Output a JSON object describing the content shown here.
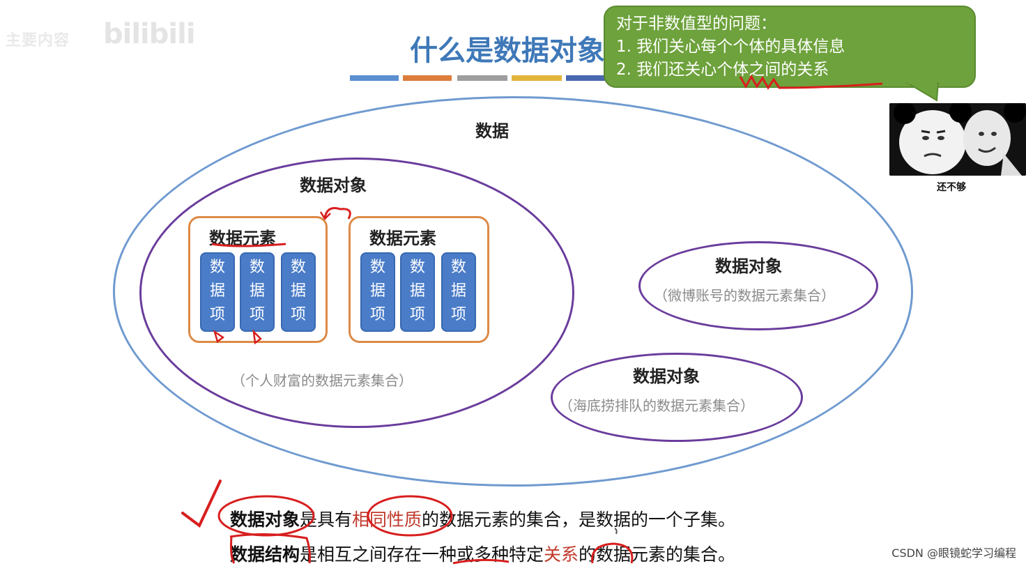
{
  "watermark": {
    "left_text": "主要内容",
    "brand": "bilibili"
  },
  "title": "什么是数据对象",
  "title_bar_colors": [
    "#5b8fd1",
    "#dc7d3a",
    "#9e9e9e",
    "#e2b43a",
    "#4a68b0"
  ],
  "diagram": {
    "data_label": "数据",
    "main_object": {
      "label": "数据对象",
      "caption": "（个人财富的数据元素集合）",
      "elements": [
        {
          "label": "数据元素",
          "items": [
            "数据项",
            "数据项",
            "数据项"
          ]
        },
        {
          "label": "数据元素",
          "items": [
            "数据项",
            "数据项",
            "数据项"
          ]
        }
      ]
    },
    "object_right_1": {
      "label": "数据对象",
      "caption": "（微博账号的数据元素集合）"
    },
    "object_right_2": {
      "label": "数据对象",
      "caption": "（海底捞排队的数据元素集合）"
    }
  },
  "bubble": {
    "line1": "对于非数值型的问题：",
    "line2": "1. 我们关心每个个体的具体信息",
    "line3": "2. 我们还关心个体之间的关系",
    "color": "#6ea23c"
  },
  "meme": {
    "caption": "还不够"
  },
  "definitions": {
    "d1_term": "数据对象",
    "d1_mid": "是具有",
    "d1_highlight": "相同性质",
    "d1_rest": "的数据元素的集合，是数据的一个子集。",
    "d2_term": "数据结构",
    "d2_mid": "是相互之间存在一种或多种特定",
    "d2_highlight": "关系",
    "d2_rest": "的数据元素的集合。"
  },
  "footer": {
    "csdn": "CSDN @眼镜蛇学习编程"
  },
  "colors": {
    "outer": "#6f9ad0",
    "object": "#6a3c9c",
    "element": "#dc8a46",
    "item": "#4a7cc8",
    "annotation": "#d81e1e"
  }
}
